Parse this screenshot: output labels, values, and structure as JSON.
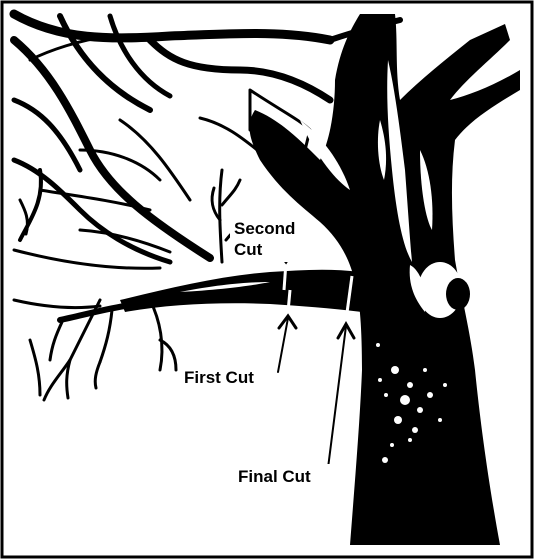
{
  "diagram": {
    "labels": {
      "second_cut_line1": "Second",
      "second_cut_line2": "Cut",
      "first_cut": "First Cut",
      "final_cut": "Final Cut"
    },
    "colors": {
      "ink": "#000000",
      "paper": "#ffffff"
    }
  }
}
